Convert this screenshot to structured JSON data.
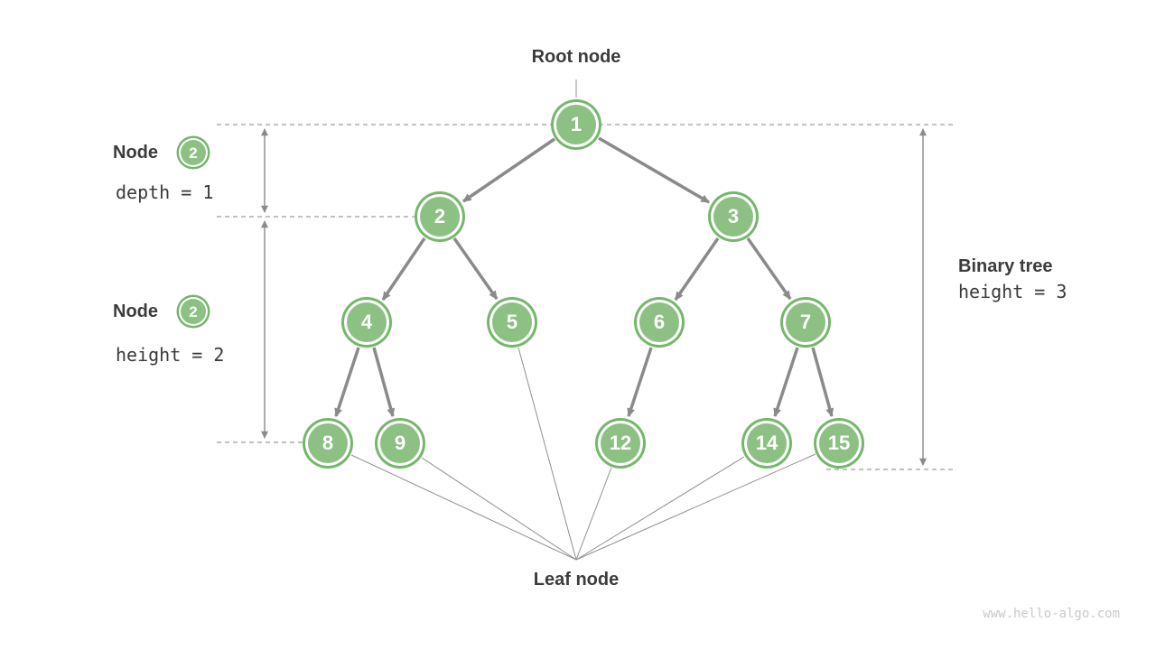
{
  "figure": {
    "root_label": "Root node",
    "leaf_label": "Leaf node",
    "watermark": "www.hello-algo.com"
  },
  "annotations": {
    "node_depth": {
      "label": "Node",
      "node_value": "2",
      "equation": "depth = 1"
    },
    "node_height": {
      "label": "Node",
      "node_value": "2",
      "equation": "height = 2"
    },
    "binary_tree": {
      "label": "Binary tree",
      "equation": "height = 3"
    }
  },
  "tree": {
    "nodes": [
      {
        "value": "1"
      },
      {
        "value": "2"
      },
      {
        "value": "3"
      },
      {
        "value": "4"
      },
      {
        "value": "5"
      },
      {
        "value": "6"
      },
      {
        "value": "7"
      },
      {
        "value": "8"
      },
      {
        "value": "9"
      },
      {
        "value": "12"
      },
      {
        "value": "14"
      },
      {
        "value": "15"
      }
    ],
    "edges": [
      [
        "1",
        "2"
      ],
      [
        "1",
        "3"
      ],
      [
        "2",
        "4"
      ],
      [
        "2",
        "5"
      ],
      [
        "3",
        "6"
      ],
      [
        "3",
        "7"
      ],
      [
        "4",
        "8"
      ],
      [
        "4",
        "9"
      ],
      [
        "6",
        "12"
      ],
      [
        "7",
        "14"
      ],
      [
        "7",
        "15"
      ]
    ],
    "leaf_values": [
      "8",
      "9",
      "5",
      "12",
      "14",
      "15"
    ]
  },
  "colors": {
    "node_fill": "#8cc183",
    "node_ring": "#74b76a",
    "edge_gray": "#8a8a8a",
    "label_text": "#3c3c3c",
    "watermark": "#c9c9c9"
  }
}
